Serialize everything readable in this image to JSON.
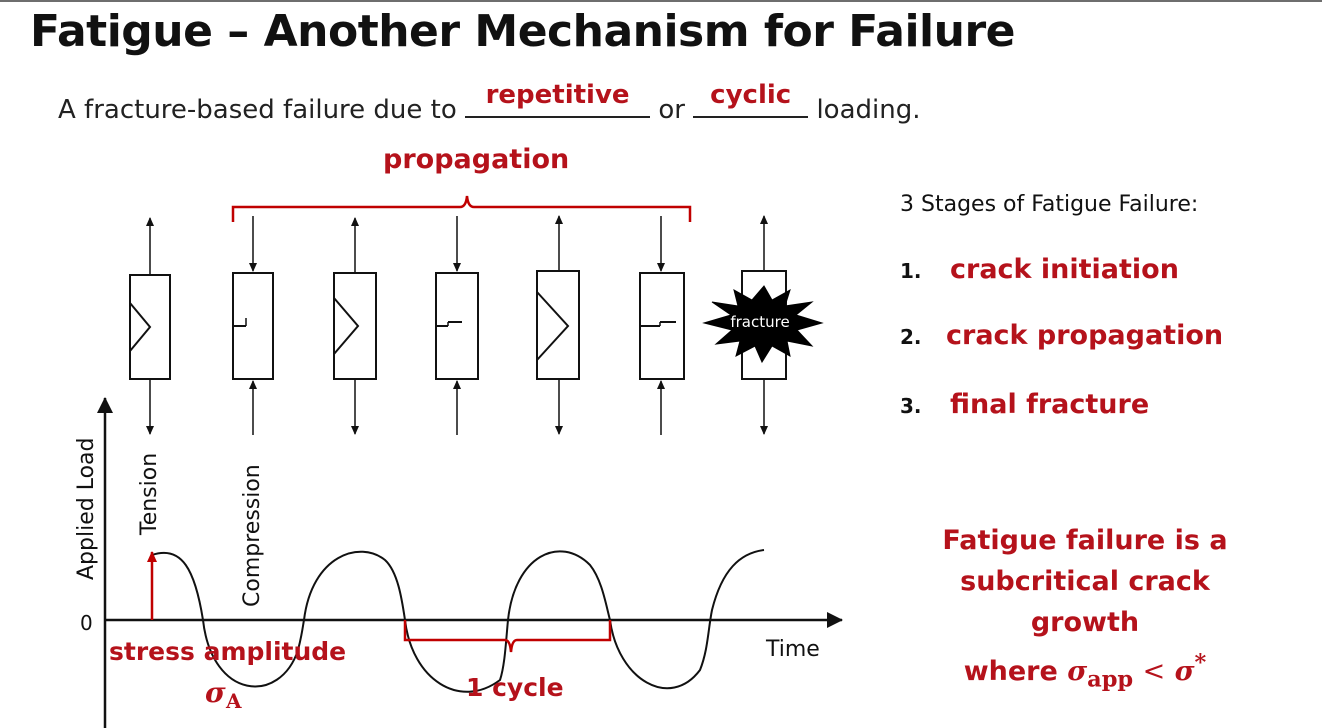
{
  "title": "Fatigue – Another Mechanism for Failure",
  "definition": {
    "prefix": "A fracture-based failure due to",
    "blank1": "repetitive",
    "middle": "or",
    "blank2": "cyclic",
    "suffix": "loading."
  },
  "diagram": {
    "propagation_label": "propagation",
    "tension_label": "Tension",
    "compression_label": "Compression",
    "fracture_label": "fracture",
    "y_axis_label": "Applied Load",
    "zero_label": "0",
    "x_axis_label": "Time",
    "stress_amplitude_label": "stress amplitude",
    "sigma_a_label": "σ",
    "sigma_a_sub": "A",
    "cycle_label": "1 cycle"
  },
  "stages": {
    "heading": "3 Stages of Fatigue Failure:",
    "items": [
      {
        "num": "1.",
        "label": "crack initiation"
      },
      {
        "num": "2.",
        "label": "crack propagation"
      },
      {
        "num": "3.",
        "label": "final fracture"
      }
    ]
  },
  "note": {
    "line1": "Fatigue failure is a",
    "line2": "subcritical crack growth",
    "line3_prefix": "where",
    "sigma": "σ",
    "sub_app": "app",
    "lt": "<",
    "sigma_star": "σ",
    "star": "*"
  },
  "colors": {
    "accent": "#b5121b",
    "ink": "#111111"
  }
}
